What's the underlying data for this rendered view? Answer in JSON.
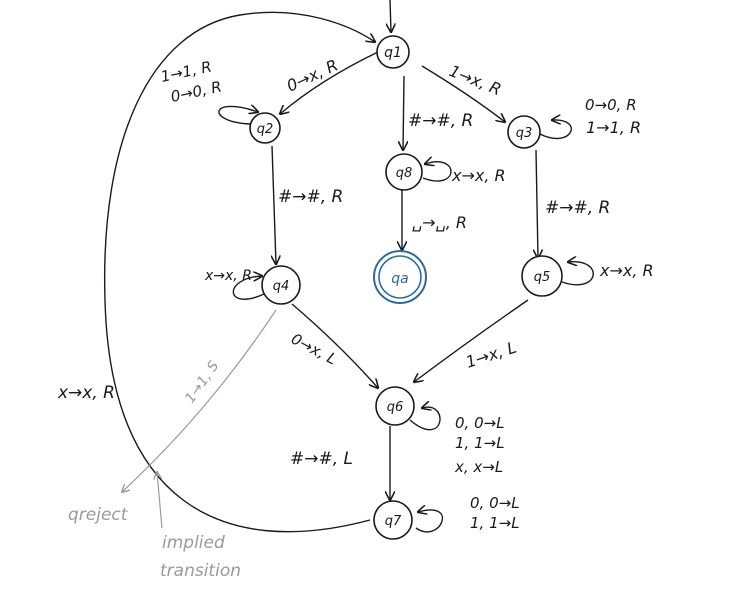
{
  "colors": {
    "ink": "#1a1a1a",
    "accept": "#2e6aa1",
    "note": "#9a9a9a"
  },
  "states": {
    "q1": "q1",
    "q2": "q2",
    "q3": "q3",
    "q4": "q4",
    "q5": "q5",
    "q6": "q6",
    "q7": "q7",
    "q8": "q8",
    "qa": "qa"
  },
  "labels": {
    "q1_to_q2": "0→x, R",
    "q2_loop_a": "1→1, R",
    "q2_loop_b": "0→0, R",
    "q1_to_q3": "1→x, R",
    "q3_loop_a": "0→0, R",
    "q3_loop_b": "1→1, R",
    "q1_to_q8": "#→#, R",
    "q8_loop": "x→x, R",
    "q8_to_qa": "␣→␣, R",
    "q2_to_q4": "#→#, R",
    "q4_loop": "x→x, R",
    "q3_to_q5": "#→#, R",
    "q5_loop": "x→x, R",
    "q4_to_q6": "0→x, L",
    "q5_to_q6": "1→x, L",
    "q6_loop_a": "0, 0→L",
    "q6_loop_b": "1, 1→L",
    "q6_loop_c": "x, x→L",
    "q6_to_q7": "#→#, L",
    "q7_loop_a": "0, 0→L",
    "q7_loop_b": "1, 1→L",
    "q7_to_q1": "x→x, R",
    "q4_reject": "1→1, S"
  },
  "notes": {
    "qreject": "qreject",
    "implied_line1": "implied",
    "implied_line2": "transition"
  }
}
